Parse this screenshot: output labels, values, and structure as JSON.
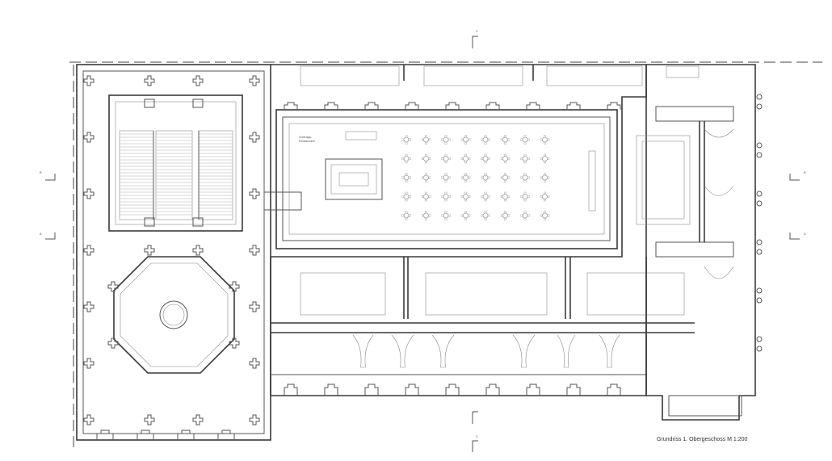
{
  "plan": {
    "caption": "Grundriss 1. Obergeschoss M 1:200",
    "room_label_line1": "Vortrags-",
    "room_label_line2": "Restaurant",
    "section_marks": {
      "top": "C",
      "bottom": "C",
      "left_upper": "B",
      "left_lower": "A",
      "right_upper": "B",
      "right_lower": "A"
    }
  },
  "colors": {
    "line": "#3a3a3a",
    "fine": "#8a8a8a",
    "background": "#ffffff"
  }
}
